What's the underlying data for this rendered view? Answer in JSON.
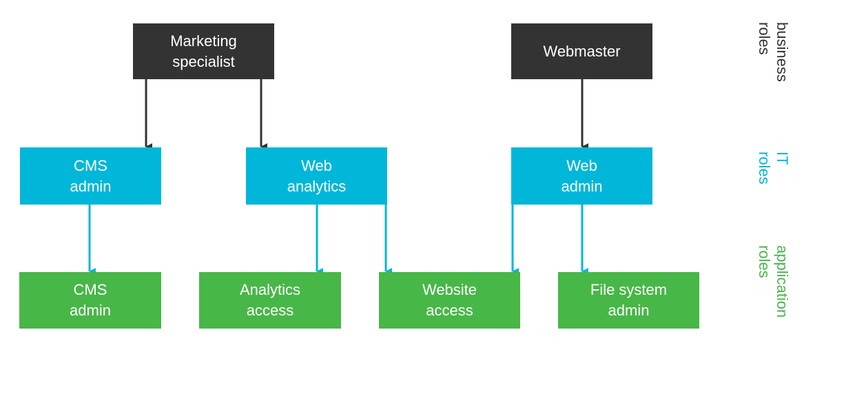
{
  "nodes": {
    "marketing_specialist": "Marketing\nspecialist",
    "webmaster": "Webmaster",
    "cms_admin_it": "CMS\nadmin",
    "web_analytics_it": "Web\nanalytics",
    "web_admin_it": "Web\nadmin",
    "cms_admin_app": "CMS\nadmin",
    "analytics_access_app": "Analytics\naccess",
    "website_access_app": "Website\naccess",
    "file_system_admin_app": "File system\nadmin"
  },
  "tiers": {
    "business": "business\nroles",
    "it": "IT\nroles",
    "application": "application\nroles"
  },
  "colors": {
    "business": "#333333",
    "it": "#00b7da",
    "application": "#47b747"
  },
  "edges": [
    {
      "from": "Marketing specialist",
      "to": "CMS admin (IT)"
    },
    {
      "from": "Marketing specialist",
      "to": "Web analytics"
    },
    {
      "from": "Webmaster",
      "to": "Web admin"
    },
    {
      "from": "CMS admin (IT)",
      "to": "CMS admin (application)"
    },
    {
      "from": "Web analytics",
      "to": "Analytics access"
    },
    {
      "from": "Web analytics",
      "to": "Website access"
    },
    {
      "from": "Web admin",
      "to": "Website access"
    },
    {
      "from": "Web admin",
      "to": "File system admin"
    }
  ]
}
